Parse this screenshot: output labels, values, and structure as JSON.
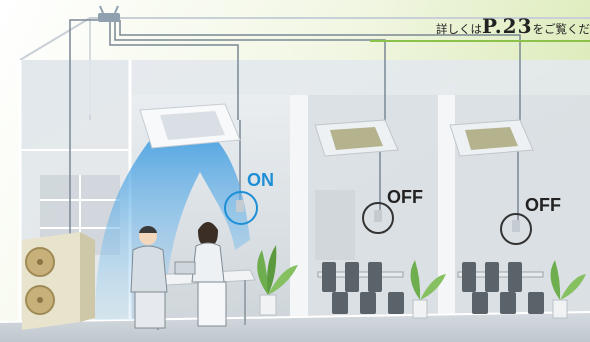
{
  "reference_note": {
    "prefix": "詳しくは",
    "page_ref": "P.23",
    "suffix": "をご覧くだ"
  },
  "rooms": [
    {
      "status_label": "ON",
      "state": "on"
    },
    {
      "status_label": "OFF",
      "state": "off"
    },
    {
      "status_label": "OFF",
      "state": "off"
    }
  ],
  "colors": {
    "on_accent": "#1e8fd6",
    "off_text": "#222222",
    "underline": "#8bc34a",
    "wiring": "#7a8794",
    "airflow": "#6bb6e8"
  },
  "icons": [
    "wifi-router-icon",
    "ceiling-cassette-ac-icon",
    "wall-switch-icon",
    "outdoor-unit-icon",
    "potted-plant-icon",
    "office-chair-icon"
  ]
}
